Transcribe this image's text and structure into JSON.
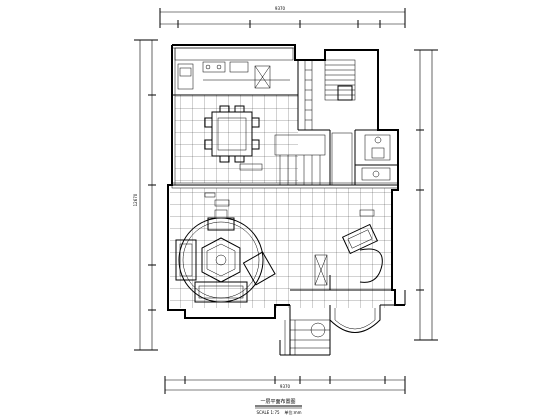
{
  "plan": {
    "dimension_labels": {
      "top_total": "9370",
      "left_total": "12670",
      "bottom_total": "9370"
    },
    "title": {
      "main": "一层平面布置图",
      "scale": "SCALE 1:75",
      "note": "单位:mm"
    }
  }
}
